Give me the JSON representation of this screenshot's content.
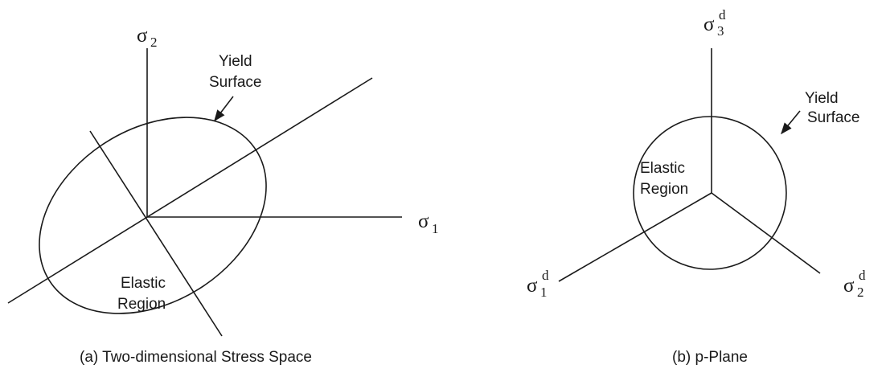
{
  "panel_a": {
    "caption": "(a) Two-dimensional Stress Space",
    "axis_sigma1": {
      "symbol": "σ",
      "subscript": "1"
    },
    "axis_sigma2": {
      "symbol": "σ",
      "subscript": "2"
    },
    "yield_label_line1": "Yield",
    "yield_label_line2": "Surface",
    "elastic_label_line1": "Elastic",
    "elastic_label_line2": "Region"
  },
  "panel_b": {
    "caption": "(b) p-Plane",
    "axis_sigma1d": {
      "symbol": "σ",
      "subscript": "1",
      "superscript": "d"
    },
    "axis_sigma2d": {
      "symbol": "σ",
      "subscript": "2",
      "superscript": "d"
    },
    "axis_sigma3d": {
      "symbol": "σ",
      "subscript": "3",
      "superscript": "d"
    },
    "yield_label_line1": "Yield",
    "yield_label_line2": "Surface",
    "elastic_label_line1": "Elastic",
    "elastic_label_line2": "Region"
  }
}
